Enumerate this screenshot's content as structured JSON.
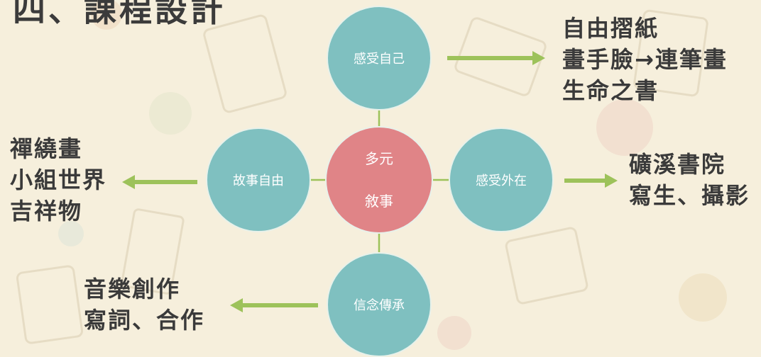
{
  "title": "四、課程設計",
  "center": {
    "line1": "多元",
    "line2": "敘事"
  },
  "nodes": {
    "top": "感受自己",
    "left": "故事自由",
    "right": "感受外在",
    "bottom": "信念傳承"
  },
  "outcomes": {
    "top": [
      "自由摺紙",
      "畫手臉→連筆畫",
      "生命之書"
    ],
    "left": [
      "禪繞畫",
      "小組世界",
      "吉祥物"
    ],
    "right": [
      "礦溪書院",
      "寫生、攝影"
    ],
    "bottom": [
      "音樂創作",
      "寫詞、合作"
    ]
  },
  "colors": {
    "background": "#f6efdc",
    "teal_node": "#7fc0c0",
    "center_node": "#e08487",
    "arrow": "#9dc25a",
    "connector": "#9dc25a"
  }
}
